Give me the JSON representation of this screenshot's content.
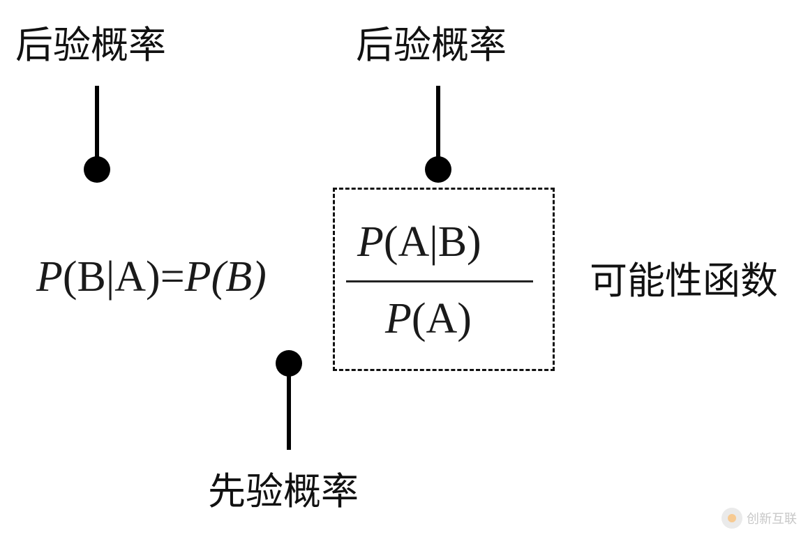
{
  "labels": {
    "posterior_left": "后验概率",
    "posterior_right": "后验概率",
    "likelihood": "可能性函数",
    "prior": "先验概率"
  },
  "formula": {
    "lhs_P": "P",
    "lhs_args": "(B|A)=",
    "prior_P": "P",
    "prior_args": "(B)",
    "numerator_P": "P",
    "numerator_args": "(A|B)",
    "denominator_P": "P",
    "denominator_args": "(A)"
  },
  "watermark": {
    "text": "创新互联"
  }
}
